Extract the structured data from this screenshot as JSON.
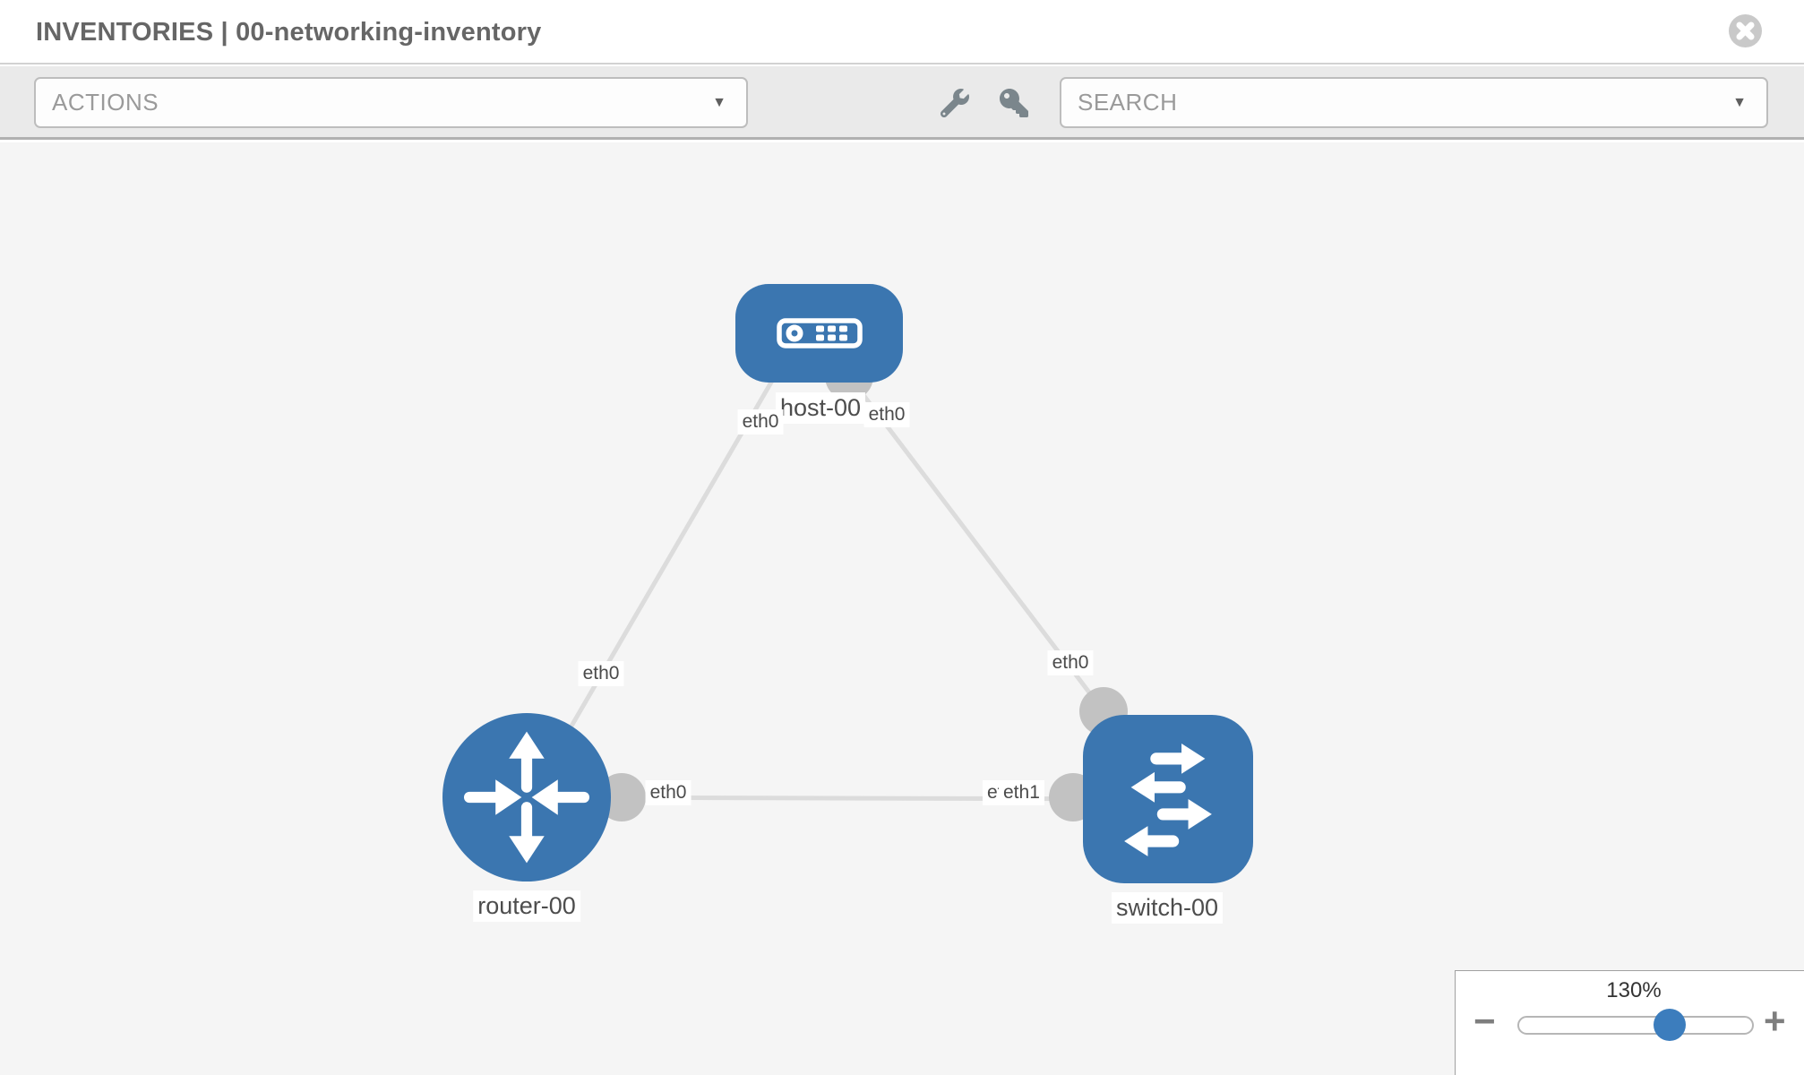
{
  "header": {
    "title": "INVENTORIES | 00-networking-inventory"
  },
  "toolbar": {
    "actions_label": "ACTIONS",
    "search_label": "SEARCH",
    "caret": "▼"
  },
  "topology": {
    "nodes": [
      {
        "id": "host-00",
        "label": "host-00",
        "type": "host"
      },
      {
        "id": "router-00",
        "label": "router-00",
        "type": "router"
      },
      {
        "id": "switch-00",
        "label": "switch-00",
        "type": "switch"
      }
    ],
    "links": [
      {
        "from": "host-00",
        "to": "router-00",
        "labels": [
          "eth0",
          "eth0"
        ]
      },
      {
        "from": "host-00",
        "to": "switch-00",
        "labels": [
          "eth0",
          "eth0"
        ]
      },
      {
        "from": "router-00",
        "to": "switch-00",
        "labels": [
          "eth0",
          "eth1"
        ]
      }
    ],
    "interface_labels": {
      "host_eth0_left": "eth0",
      "host_eth0_right": "eth0",
      "host_router_link_mid": "eth0",
      "host_switch_link_mid": "eth0",
      "router_switch_link_router_end": "eth0",
      "router_switch_link_switch_end_hidden": "eth0",
      "router_switch_link_switch_end": "eth1"
    }
  },
  "zoom_control": {
    "level": "130%",
    "minus_label": "−",
    "plus_label": "+"
  },
  "colors": {
    "node_blue": "#3b76b0",
    "link_gray": "#dcdcdc",
    "dot_gray": "#c2c2c2",
    "canvas_bg": "#f5f5f5",
    "knob_blue": "#3c7dbd"
  }
}
